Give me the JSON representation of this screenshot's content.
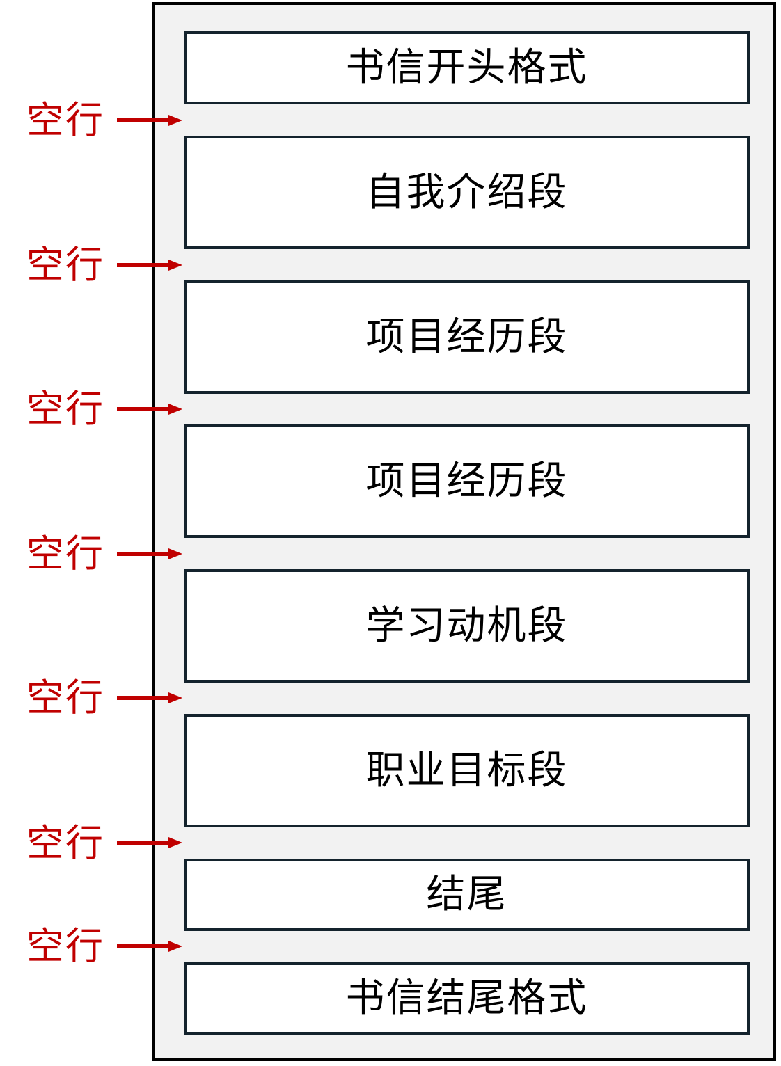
{
  "sections": [
    {
      "label": "书信开头格式"
    },
    {
      "label": "自我介绍段"
    },
    {
      "label": "项目经历段"
    },
    {
      "label": "项目经历段"
    },
    {
      "label": "学习动机段"
    },
    {
      "label": "职业目标段"
    },
    {
      "label": "结尾"
    },
    {
      "label": "书信结尾格式"
    }
  ],
  "gaps": [
    {
      "label": "空行"
    },
    {
      "label": "空行"
    },
    {
      "label": "空行"
    },
    {
      "label": "空行"
    },
    {
      "label": "空行"
    },
    {
      "label": "空行"
    },
    {
      "label": "空行"
    }
  ],
  "colors": {
    "gap_label": "#c00000",
    "arrow": "#c00000",
    "box_border": "#14232d",
    "page_background": "#f2f2f2"
  }
}
